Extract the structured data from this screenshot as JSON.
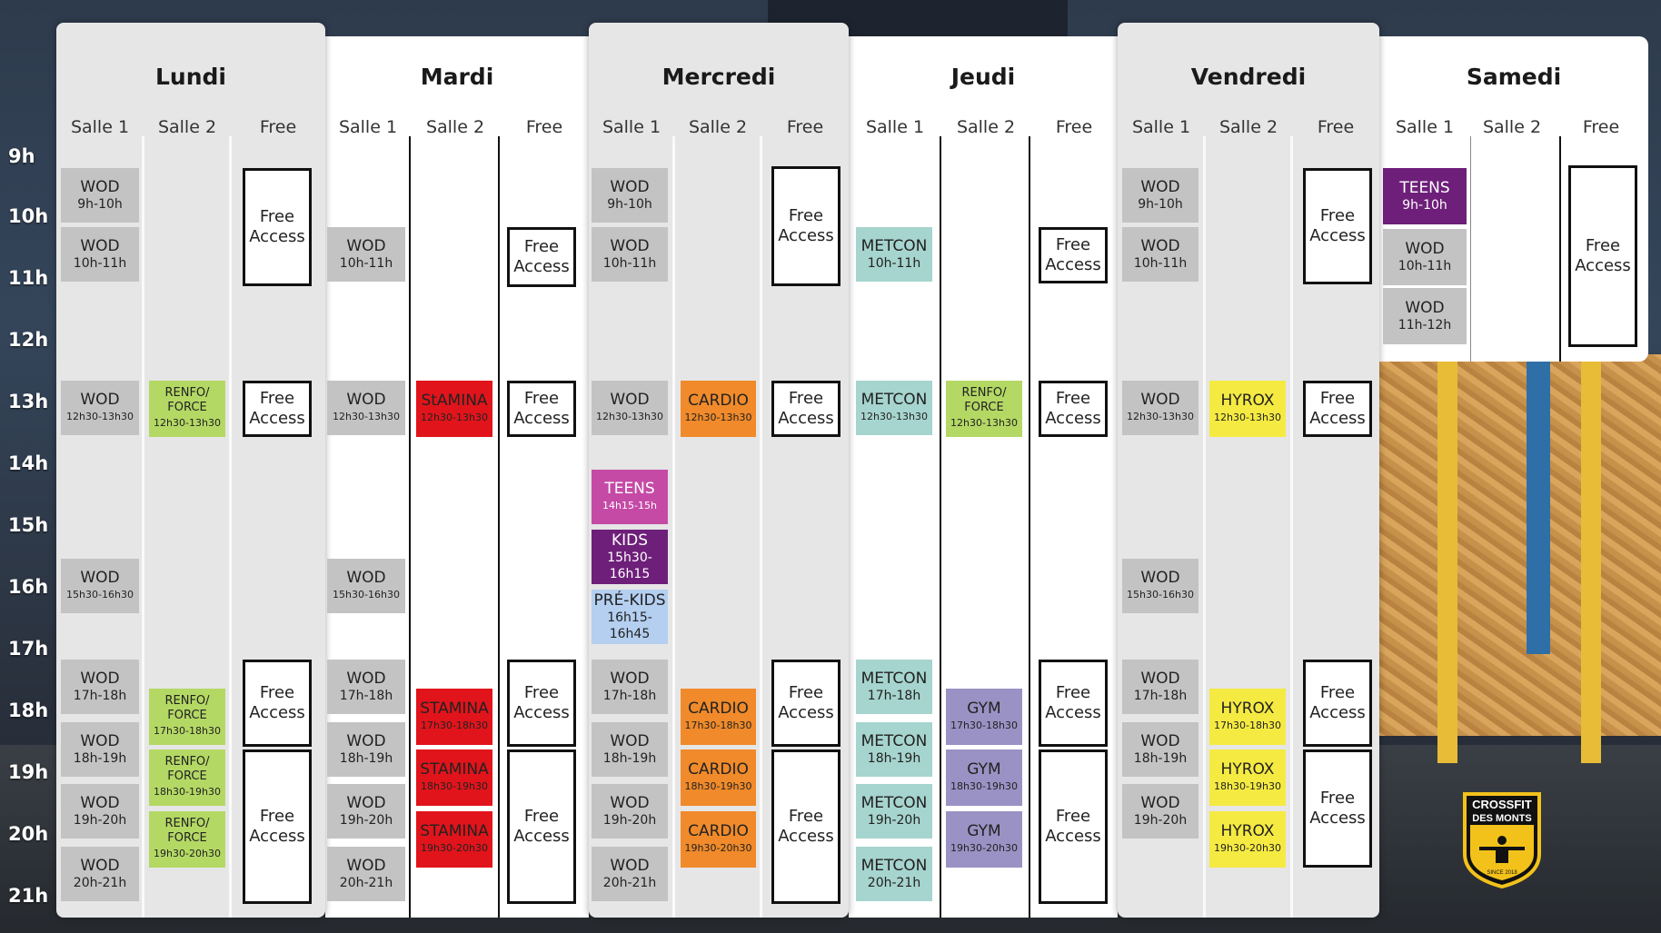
{
  "days": [
    {
      "name": "Lundi"
    },
    {
      "name": "Mardi"
    },
    {
      "name": "Mercredi"
    },
    {
      "name": "Jeudi"
    },
    {
      "name": "Vendredi"
    },
    {
      "name": "Samedi"
    }
  ],
  "rooms": [
    "Salle 1",
    "Salle 2",
    "Free"
  ],
  "hours": [
    "9h",
    "10h",
    "11h",
    "12h",
    "13h",
    "14h",
    "15h",
    "16h",
    "17h",
    "18h",
    "19h",
    "20h",
    "21h"
  ],
  "labels": {
    "free_access": "Free Access"
  },
  "colors": {
    "wod": "#c3c3c3",
    "renfo": "#b4d864",
    "stamina": "#e1141b",
    "cardio": "#f08a2a",
    "metcon": "#a6d4ce",
    "hyrox": "#f5ea42",
    "gym": "#9a92c4",
    "teens": "#c54aa6",
    "kids": "#6e1f7a",
    "prekids": "#b4cff0"
  },
  "sessions": {
    "lundi": {
      "salle1": [
        {
          "name": "WOD",
          "time": "9h-10h"
        },
        {
          "name": "WOD",
          "time": "10h-11h"
        },
        {
          "name": "WOD",
          "time": "12h30-13h30"
        },
        {
          "name": "WOD",
          "time": "15h30-16h30"
        },
        {
          "name": "WOD",
          "time": "17h-18h"
        },
        {
          "name": "WOD",
          "time": "18h-19h"
        },
        {
          "name": "WOD",
          "time": "19h-20h"
        },
        {
          "name": "WOD",
          "time": "20h-21h"
        }
      ],
      "salle2": [
        {
          "name": "RENFO/ FORCE",
          "time": "12h30-13h30"
        },
        {
          "name": "RENFO/ FORCE",
          "time": "17h30-18h30"
        },
        {
          "name": "RENFO/ FORCE",
          "time": "18h30-19h30"
        },
        {
          "name": "RENFO/ FORCE",
          "time": "19h30-20h30"
        }
      ]
    },
    "mardi": {
      "salle1": [
        {
          "name": "WOD",
          "time": "10h-11h"
        },
        {
          "name": "WOD",
          "time": "12h30-13h30"
        },
        {
          "name": "WOD",
          "time": "15h30-16h30"
        },
        {
          "name": "WOD",
          "time": "17h-18h"
        },
        {
          "name": "WOD",
          "time": "18h-19h"
        },
        {
          "name": "WOD",
          "time": "19h-20h"
        },
        {
          "name": "WOD",
          "time": "20h-21h"
        }
      ],
      "salle2": [
        {
          "name": "StAMINA",
          "time": "12h30-13h30"
        },
        {
          "name": "STAMINA",
          "time": "17h30-18h30"
        },
        {
          "name": "STAMINA",
          "time": "18h30-19h30"
        },
        {
          "name": "STAMINA",
          "time": "19h30-20h30"
        }
      ]
    },
    "mercredi": {
      "salle1": [
        {
          "name": "WOD",
          "time": "9h-10h"
        },
        {
          "name": "WOD",
          "time": "10h-11h"
        },
        {
          "name": "WOD",
          "time": "12h30-13h30"
        },
        {
          "name": "TEENS",
          "time": "14h15-15h"
        },
        {
          "name": "KIDS",
          "time": "15h30-16h15"
        },
        {
          "name": "PRÉ-KIDS",
          "time": "16h15-16h45"
        },
        {
          "name": "WOD",
          "time": "17h-18h"
        },
        {
          "name": "WOD",
          "time": "18h-19h"
        },
        {
          "name": "WOD",
          "time": "19h-20h"
        },
        {
          "name": "WOD",
          "time": "20h-21h"
        }
      ],
      "salle2": [
        {
          "name": "CARDIO",
          "time": "12h30-13h30"
        },
        {
          "name": "CARDIO",
          "time": "17h30-18h30"
        },
        {
          "name": "CARDIO",
          "time": "18h30-19h30"
        },
        {
          "name": "CARDIO",
          "time": "19h30-20h30"
        }
      ]
    },
    "jeudi": {
      "salle1": [
        {
          "name": "METCON",
          "time": "10h-11h"
        },
        {
          "name": "METCON",
          "time": "12h30-13h30"
        },
        {
          "name": "METCON",
          "time": "17h-18h"
        },
        {
          "name": "METCON",
          "time": "18h-19h"
        },
        {
          "name": "METCON",
          "time": "19h-20h"
        },
        {
          "name": "METCON",
          "time": "20h-21h"
        }
      ],
      "salle2": [
        {
          "name": "RENFO/ FORCE",
          "time": "12h30-13h30"
        },
        {
          "name": "GYM",
          "time": "17h30-18h30"
        },
        {
          "name": "GYM",
          "time": "18h30-19h30"
        },
        {
          "name": "GYM",
          "time": "19h30-20h30"
        }
      ]
    },
    "vendredi": {
      "salle1": [
        {
          "name": "WOD",
          "time": "9h-10h"
        },
        {
          "name": "WOD",
          "time": "10h-11h"
        },
        {
          "name": "WOD",
          "time": "12h30-13h30"
        },
        {
          "name": "WOD",
          "time": "15h30-16h30"
        },
        {
          "name": "WOD",
          "time": "17h-18h"
        },
        {
          "name": "WOD",
          "time": "18h-19h"
        },
        {
          "name": "WOD",
          "time": "19h-20h"
        }
      ],
      "salle2": [
        {
          "name": "HYROX",
          "time": "12h30-13h30"
        },
        {
          "name": "HYROX",
          "time": "17h30-18h30"
        },
        {
          "name": "HYROX",
          "time": "18h30-19h30"
        },
        {
          "name": "HYROX",
          "time": "19h30-20h30"
        }
      ]
    },
    "samedi": {
      "salle1": [
        {
          "name": "TEENS",
          "time": "9h-10h"
        },
        {
          "name": "WOD",
          "time": "10h-11h"
        },
        {
          "name": "WOD",
          "time": "11h-12h"
        }
      ]
    }
  },
  "logo": {
    "line1": "CROSSFIT",
    "line2": "DES MONTS",
    "line3": "SINCE 2018"
  }
}
